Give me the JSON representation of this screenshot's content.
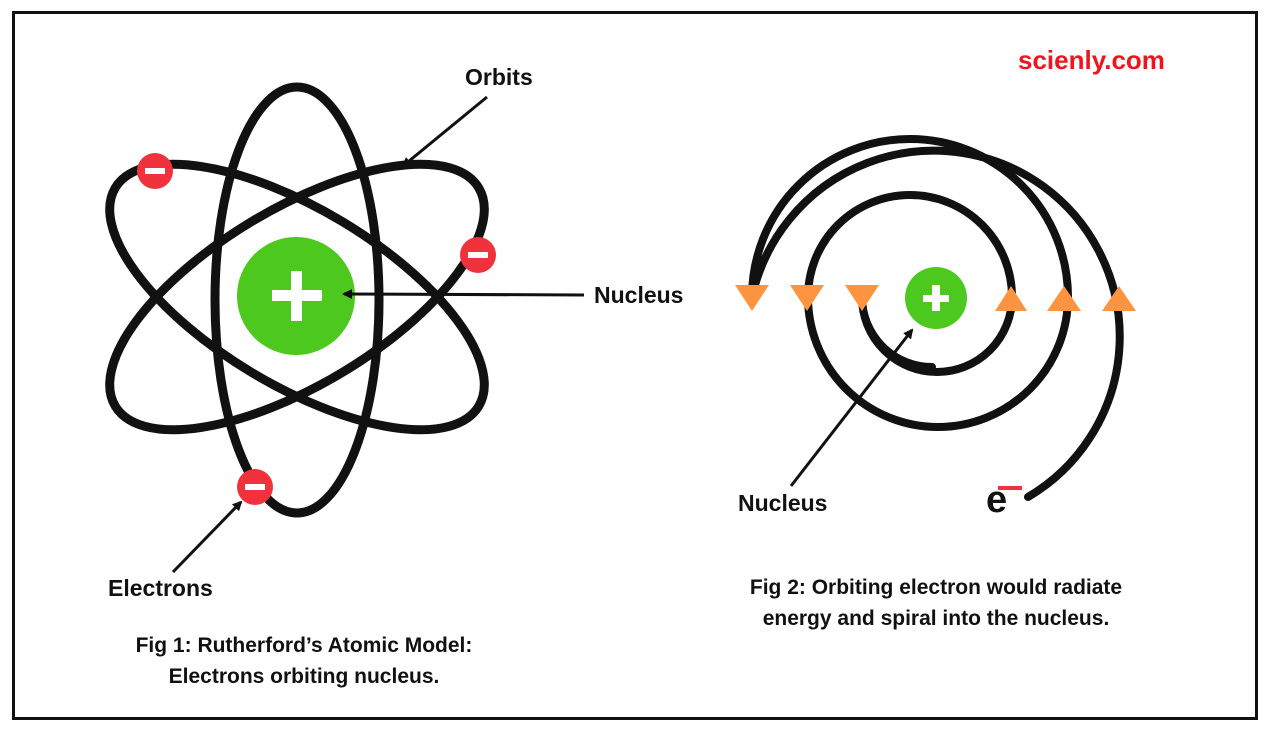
{
  "brand": {
    "text": "scienly.com",
    "color": "#f0141e"
  },
  "fig1": {
    "labels": {
      "orbits": "Orbits",
      "nucleus": "Nucleus",
      "electrons": "Electrons"
    },
    "caption_line1": "Fig 1: Rutherford’s Atomic Model:",
    "caption_line2": "Electrons orbiting nucleus.",
    "nucleus_symbol": "+",
    "electron_symbol": "−",
    "electron_count": 3,
    "orbit_count": 3
  },
  "fig2": {
    "labels": {
      "nucleus": "Nucleus",
      "electron": "e"
    },
    "caption_line1": "Fig 2: Orbiting electron would radiate",
    "caption_line2": "energy and spiral into the nucleus.",
    "nucleus_symbol": "+"
  },
  "colors": {
    "nucleus": "#4dc81e",
    "electron": "#f0323c",
    "arrow_marker": "#ff9440",
    "line": "#111111",
    "brand": "#f0141e"
  }
}
